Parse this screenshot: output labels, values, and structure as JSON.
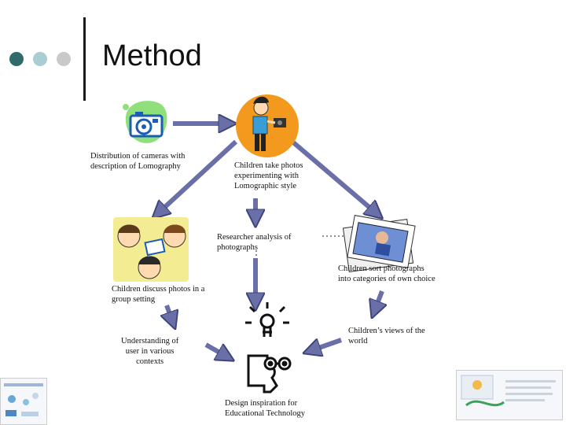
{
  "slide": {
    "title": "Method"
  },
  "colors": {
    "dot1": "#2f6b6b",
    "dot2": "#a9cdd3",
    "dot3": "#c9c9c9",
    "arrow_fill": "#6a6fa8",
    "arrow_stroke": "#3e447a",
    "dotted_line": "#8a8f98",
    "green_blob": "#8fe07a",
    "orange_blob": "#f39a1e",
    "yellow_blob": "#f3ec93"
  },
  "nodes": {
    "distribution": "Distribution of cameras with\ndescription of Lomography",
    "take_photos": "Children take photos\nexperimenting with\nLomographic style",
    "researcher": "Researcher analysis of\nphotographs",
    "sort": "Children sort photographs\ninto categories of own choice",
    "discuss": "Children discuss photos in a\ngroup setting",
    "understanding": "Understanding of\nuser in various\ncontexts",
    "views": "Children’s views of the\nworld",
    "design": "Design inspiration for\nEducational Technology"
  },
  "icons": {
    "camera": "camera-icon",
    "photographer": "photographer-child-icon",
    "group": "children-group-icon",
    "photos": "photo-stack-icon",
    "lightbulb": "idea-lightbulb-icon",
    "thinker": "thinking-person-icon"
  }
}
